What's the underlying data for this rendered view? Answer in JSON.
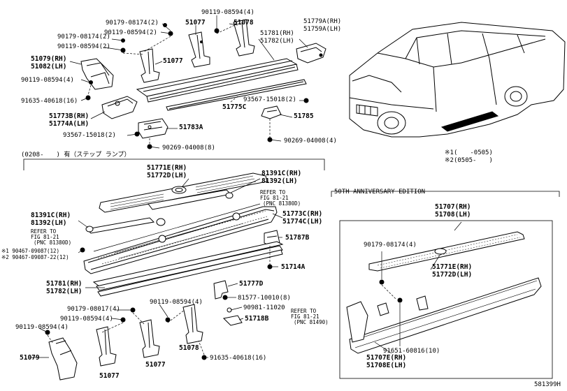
{
  "section_header": "(0208-　　) 有（ステップ ランプ）",
  "anniversary_header": "50TH ANNIVERSARY EDITION",
  "footnotes": [
    "※1(　　-0505)",
    "※2(0505-　　)"
  ],
  "image_ref": "581399H",
  "labels": {
    "p90119_08594_4_top": "90119-08594(4)",
    "p90179_08174_2_a": "90179-08174(2)",
    "p51077_top": "51077",
    "p51078_top": "51078",
    "p51779A": "51779A(RH)",
    "p51759A": "51759A(LH)",
    "p90119_08594_2_a": "90119-08594(2)",
    "p90179_08174_2_b": "90179-08174(2)",
    "p51781_top": "51781(RH)",
    "p51782_top": "51782(LH)",
    "p90119_08594_2_b": "90119-08594(2)",
    "p51079_RH": "51079(RH)",
    "p51082_LH": "51082(LH)",
    "p51077_mid": "51077",
    "p90119_08594_4_left": "90119-08594(4)",
    "p91635_40618_16_top": "91635-40618(16)",
    "p93567_15018_2_right": "93567-15018(2)",
    "p51775C": "51775C",
    "p51785": "51785",
    "p51773B": "51773B(RH)",
    "p51774A": "51774A(LH)",
    "p51783A": "51783A",
    "p93567_15018_2_left": "93567-15018(2)",
    "p90269_04008_8": "90269-04008(8)",
    "p90269_04008_4": "90269-04008(4)",
    "p51771E_top": "51771E(RH)",
    "p51772D_top": "51772D(LH)",
    "p81391C_right": "81391C(RH)",
    "p81392_right": "81392(LH)",
    "p81391C_left": "81391C(RH)",
    "p81392_left": "81392(LH)",
    "refer_1a": "REFER TO",
    "refer_1b": "FIG 81-21",
    "refer_1c": "(PNC 81380D)",
    "refer_2a": "REFER TO",
    "refer_2b": "FIG 81-21",
    "refer_2c": "(PNC 81380D)",
    "p51773C": "51773C(RH)",
    "p51774C": "51774C(LH)",
    "p51787B": "51787B",
    "p90467_1": "※1 90467-09087(12)",
    "p90467_2": "※2 90467-09087-22(12)",
    "p51714A": "51714A",
    "p51781_low": "51781(RH)",
    "p51782_low": "51782(LH)",
    "p51777D": "51777D",
    "p81577_10010_8": "81577-10010(8)",
    "p90981_11020": "90981-11020",
    "p51718B": "51718B",
    "refer_3a": "REFER TO",
    "refer_3b": "FIG 81-21",
    "refer_3c": "(PNC 81490)",
    "p90179_08017_4": "90179-08017(4)",
    "p90119_08594_4_low_r": "90119-08594(4)",
    "p90119_08594_4_low_m": "90119-08594(4)",
    "p90119_08594_4_low_l": "90119-08594(4)",
    "p51079_low": "51079",
    "p51077_low_a": "51077",
    "p51077_low_b": "51077",
    "p51078_low": "51078",
    "p91635_40618_16_low": "91635-40618(16)",
    "p51707": "51707(RH)",
    "p51708": "51708(LH)",
    "p90179_08174_4": "90179-08174(4)",
    "p51771E_anv": "51771E(RH)",
    "p51772D_anv": "51772D(LH)",
    "p91651_60816": "91651-60816(10)",
    "p51707E": "51707E(RH)",
    "p51708E": "51708E(LH)"
  }
}
